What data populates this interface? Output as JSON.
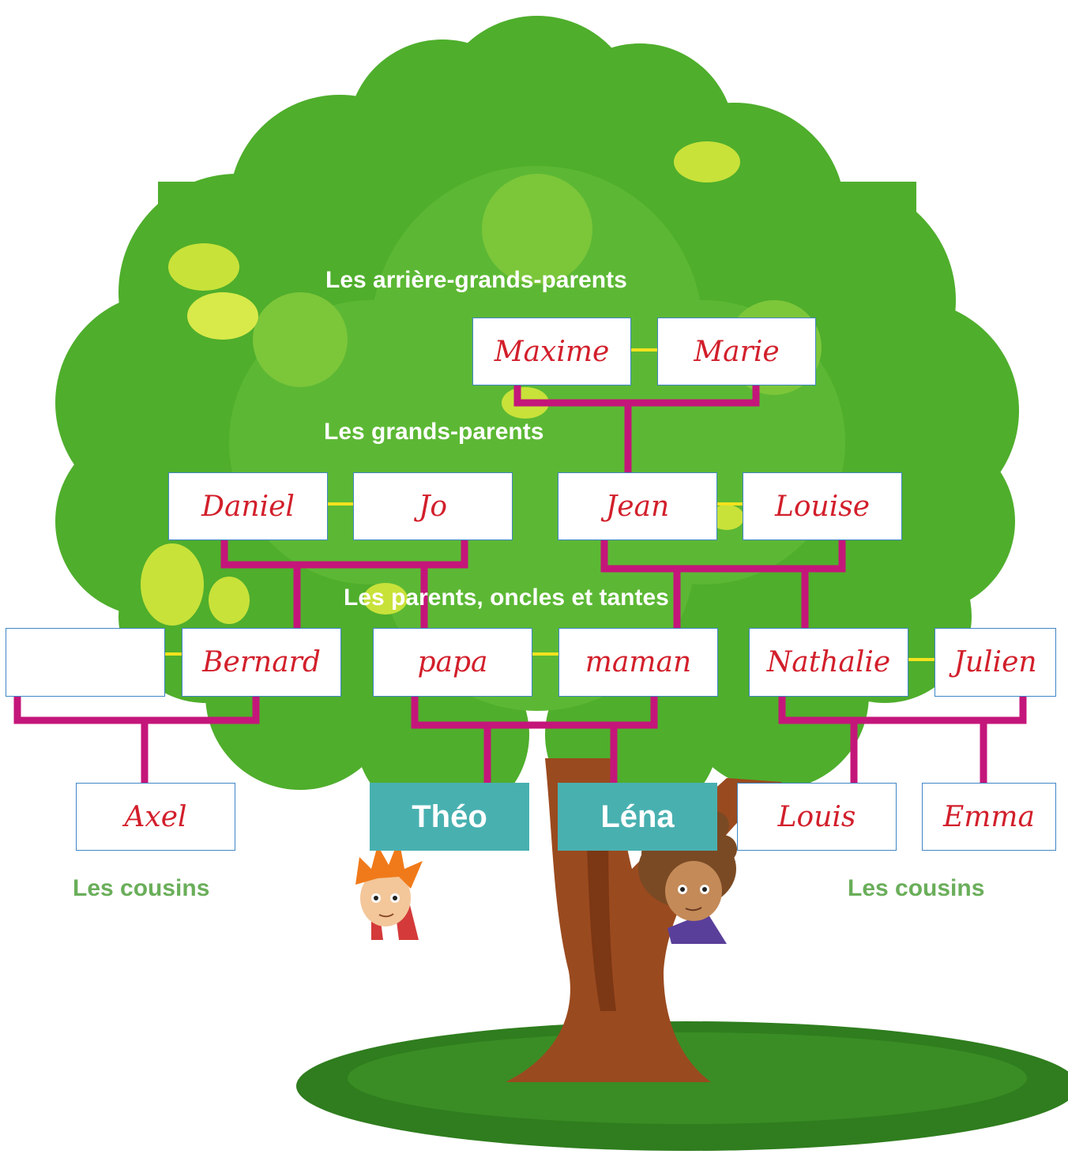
{
  "headings": {
    "great_grandparents": "Les arrière-grands-parents",
    "grandparents": "Les grands-parents",
    "parents": "Les parents, oncles et tantes",
    "cousins_left": "Les cousins",
    "cousins_right": "Les cousins"
  },
  "people": {
    "maxime": "Maxime",
    "marie": "Marie",
    "daniel": "Daniel",
    "jo": "Jo",
    "jean": "Jean",
    "louise": "Louise",
    "empty": "",
    "bernard": "Bernard",
    "papa": "papa",
    "maman": "maman",
    "nathalie": "Nathalie",
    "julien": "Julien",
    "axel": "Axel",
    "theo": "Théo",
    "lena": "Léna",
    "louis": "Louis",
    "emma": "Emma"
  },
  "colors": {
    "foliage": "#4fae2c",
    "foliage_dark": "#3f9a22",
    "foliage_light": "#7cc63a",
    "spot": "#c8e23a",
    "trunk": "#9a4a1f",
    "ground": "#2f7d1e",
    "line_family": "#c4167a",
    "line_couple": "#f4e21e",
    "kid_box": "#49b0b0",
    "name_text": "#d21f2b",
    "cousins_label": "#6aae5a"
  }
}
